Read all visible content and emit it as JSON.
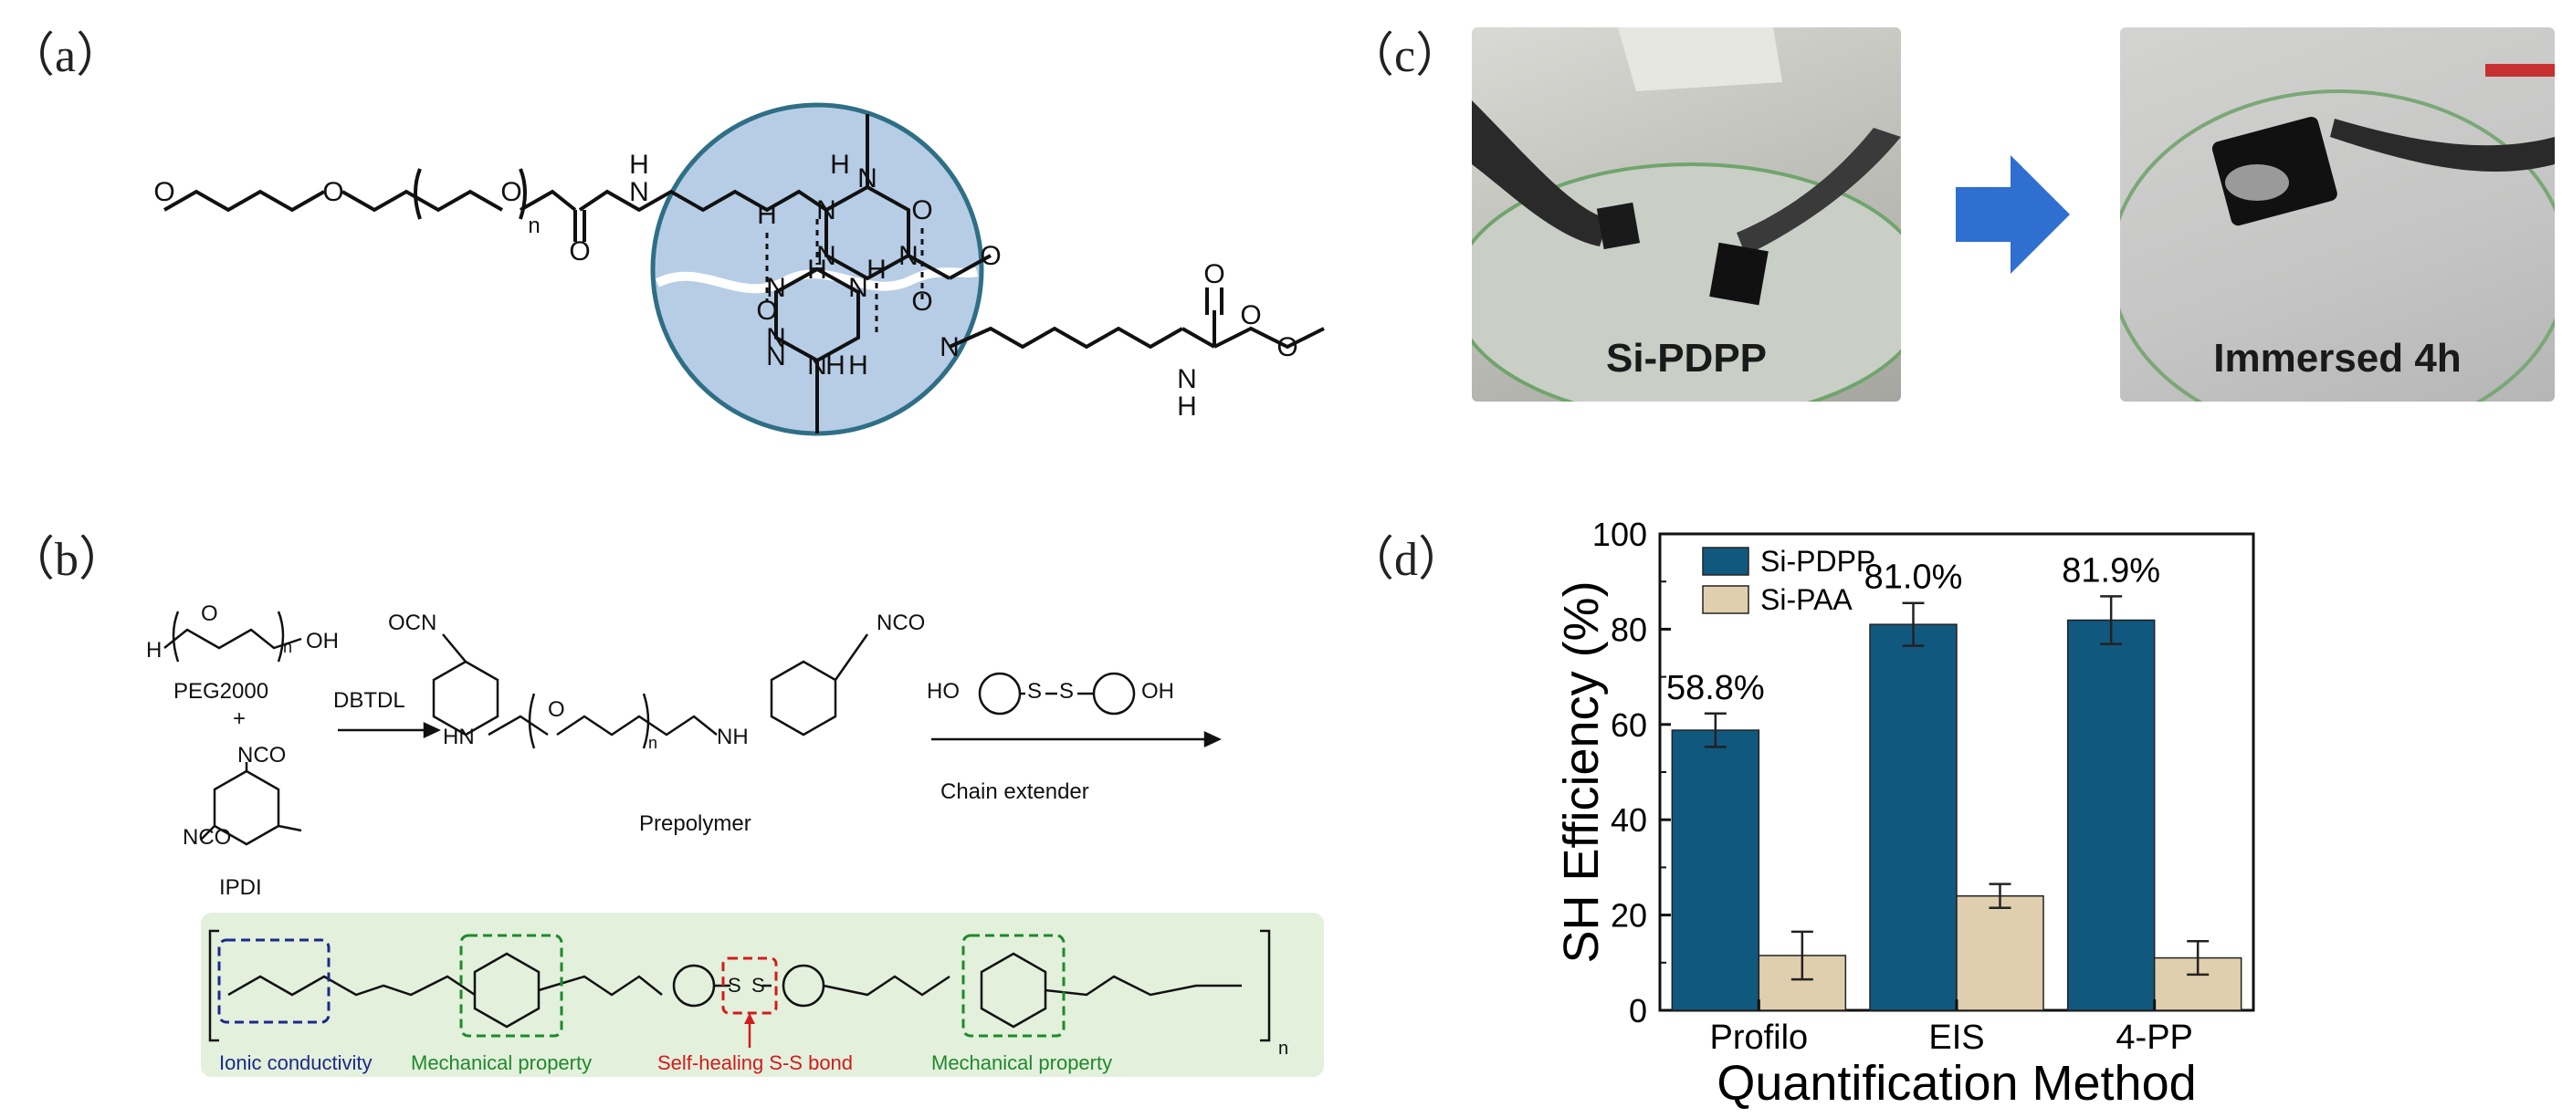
{
  "panels": {
    "a": "（a）",
    "b": "（b）",
    "c": "（c）",
    "d": "（d）"
  },
  "panel_a": {
    "atoms": [
      "O",
      "O",
      "O",
      "n",
      "H",
      "N",
      "O",
      "H",
      "N",
      "N",
      "H",
      "O",
      "N",
      "N",
      "O",
      "N",
      "N",
      "H",
      "H",
      "H",
      "O",
      "N",
      "O",
      "N",
      "N",
      "N",
      "H",
      "O",
      "H",
      "N",
      "O",
      "O"
    ]
  },
  "panel_b": {
    "peg_label": "PEG2000",
    "plus": "+",
    "ipdi_label": "IPDI",
    "catalyst": "DBTDL",
    "prepolymer_label": "Prepolymer",
    "chain_extender_label": "Chain extender",
    "peg_h": "H",
    "peg_oh": "OH",
    "peg_o": "O",
    "peg_n": "n",
    "nco": "NCO",
    "ocn": "OCN",
    "hn": "HN",
    "nh": "NH",
    "ho": "HO",
    "oh": "OH",
    "s": "S",
    "o": "O",
    "n": "n",
    "ionic": "Ionic conductivity",
    "mech1": "Mechanical property",
    "selfheal": "Self-healing S-S bond",
    "mech2": "Mechanical property",
    "colors": {
      "ionic": "#1b2a8a",
      "mech": "#1e8a2a",
      "selfheal": "#d01c1c",
      "bg": "#e3f0dc"
    }
  },
  "panel_c": {
    "left_caption": "Si-PDPP",
    "right_caption": "Immersed 4h",
    "arrow_color": "#2f6fd0"
  },
  "chart_data": {
    "type": "bar",
    "categories": [
      "Profilo",
      "EIS",
      "4-PP"
    ],
    "series": [
      {
        "name": "Si-PDPP",
        "values": [
          58.8,
          81.0,
          81.9
        ],
        "errors": [
          3.5,
          4.5,
          5.0
        ],
        "color": "#11587f"
      },
      {
        "name": "Si-PAA",
        "values": [
          11.5,
          24.0,
          11.0
        ],
        "errors": [
          5.0,
          2.5,
          3.5
        ],
        "color": "#e0cfae"
      }
    ],
    "value_labels": [
      "58.8%",
      "81.0%",
      "81.9%"
    ],
    "xlabel": "Quantification Method",
    "ylabel": "SH Efficiency (%)",
    "ylim": [
      0,
      100
    ],
    "yticks": [
      "0",
      "20",
      "40",
      "60",
      "80",
      "100"
    ],
    "legend_position": "top-left"
  }
}
